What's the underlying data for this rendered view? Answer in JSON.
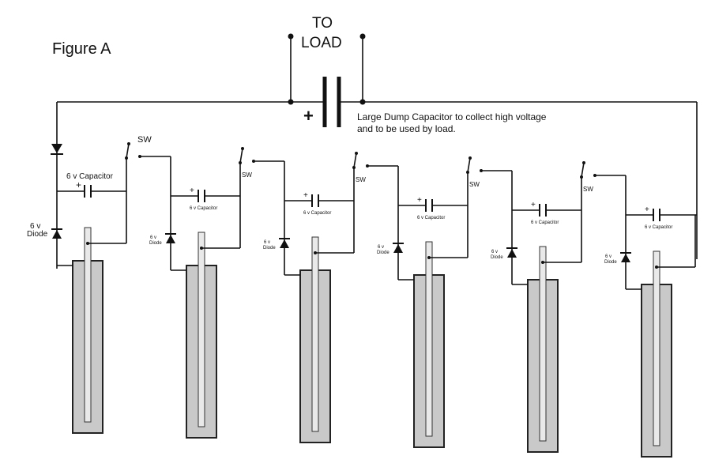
{
  "figure_title": "Figure A",
  "load_label_line1": "TO",
  "load_label_line2": "LOAD",
  "dump_cap_plus": "+",
  "dump_cap_note_line1": "Large Dump Capacitor to collect high voltage",
  "dump_cap_note_line2": "and to be used by load.",
  "stages": [
    {
      "cap_label": "6 v Capacitor",
      "diode_label_line1": "6 v",
      "diode_label_line2": "Diode",
      "switch_label": "SW",
      "cap_plus": "+"
    },
    {
      "cap_label": "6 v Capacitor",
      "diode_label_line1": "6 v",
      "diode_label_line2": "Diode",
      "switch_label": "SW",
      "cap_plus": "+"
    },
    {
      "cap_label": "6 v Capacitor",
      "diode_label_line1": "6 v",
      "diode_label_line2": "Diode",
      "switch_label": "SW",
      "cap_plus": "+"
    },
    {
      "cap_label": "6 v Capacitor",
      "diode_label_line1": "6 v",
      "diode_label_line2": "Diode",
      "switch_label": "SW",
      "cap_plus": "+"
    },
    {
      "cap_label": "6 v Capacitor",
      "diode_label_line1": "6 v",
      "diode_label_line2": "Diode",
      "switch_label": "SW",
      "cap_plus": "+"
    },
    {
      "cap_label": "6 v Capacitor",
      "diode_label_line1": "6 v",
      "diode_label_line2": "Diode",
      "switch_label": "",
      "cap_plus": "+"
    }
  ]
}
